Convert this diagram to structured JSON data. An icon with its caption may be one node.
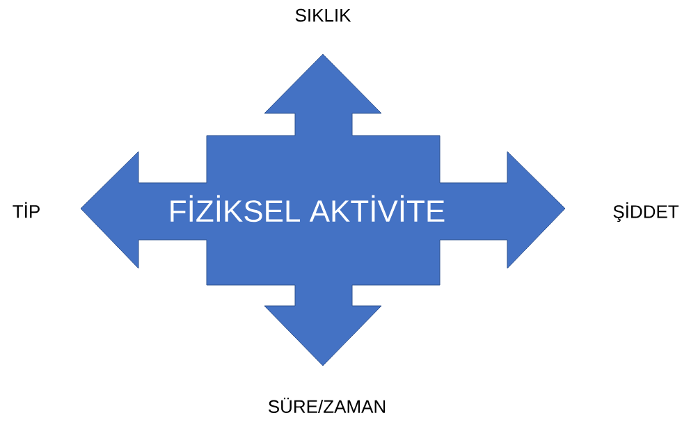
{
  "diagram": {
    "nodes": [
      {
        "text": [
          "FİZİKSEL AKTİVİTE"
        ]
      }
    ],
    "labels": [
      "SIKLIK",
      "TİP",
      "ŞİDDET",
      "SÜRE/ZAMAN"
    ]
  }
}
